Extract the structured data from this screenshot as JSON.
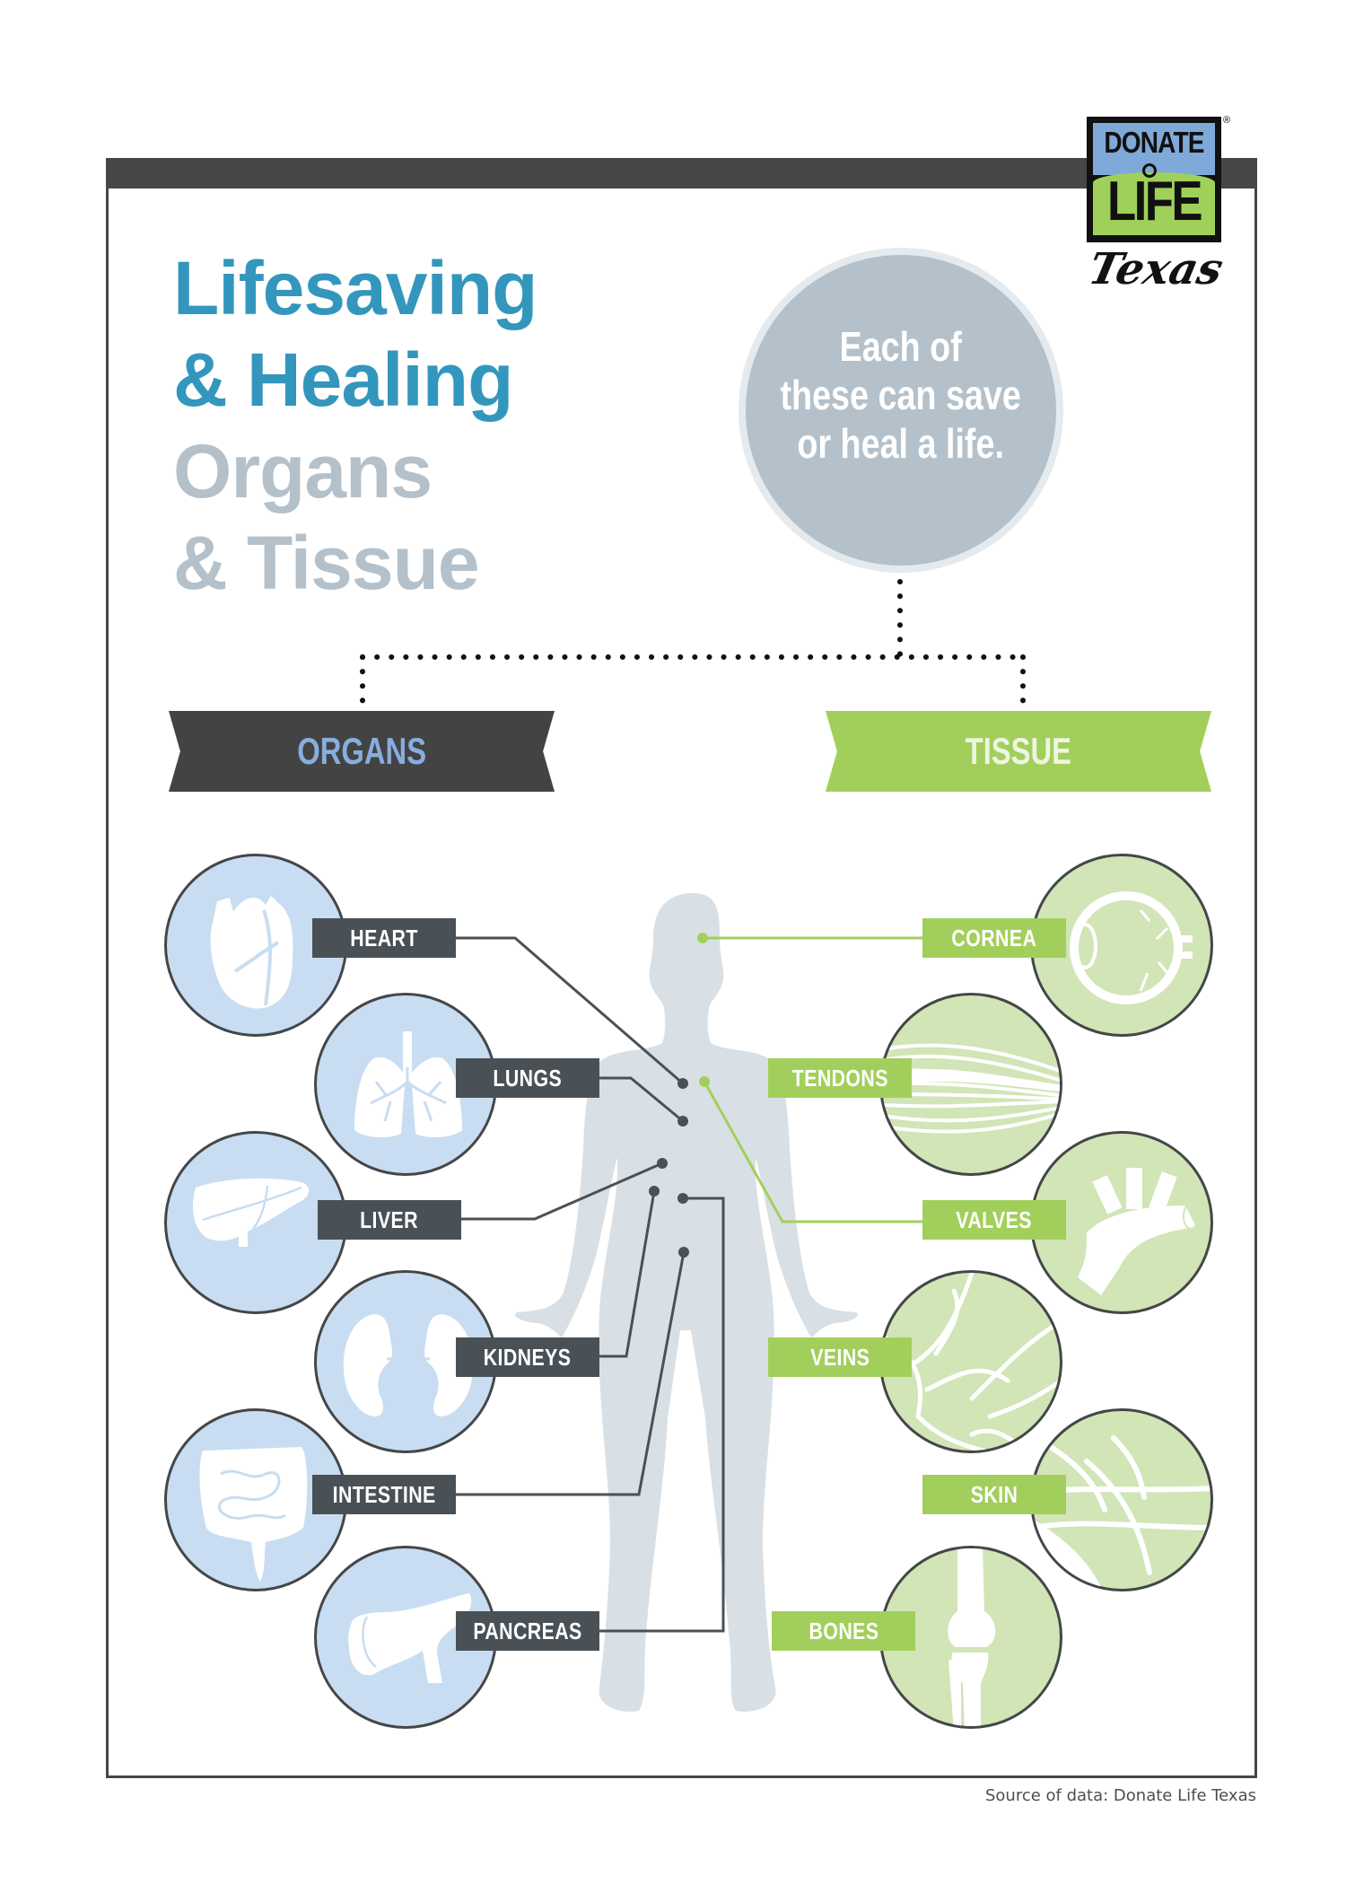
{
  "brand": {
    "logo_top": "DONATE",
    "logo_bottom": "LIFE",
    "logo_script": "Texas",
    "registered_mark": "®",
    "colors": {
      "sky": "#7fa9d9",
      "grass": "#9fd05a",
      "ink": "#111111"
    }
  },
  "title": {
    "line1": "Lifesaving",
    "line2": "& Healing",
    "line3": "Organs",
    "line4": "& Tissue",
    "accent_color": "#3396bd",
    "muted_color": "#b4c1ca"
  },
  "callout": {
    "line1": "Each of",
    "line2": "these can save",
    "line3": "or heal a life."
  },
  "categories": {
    "organs": {
      "label": "ORGANS",
      "color": "#434343",
      "text_color": "#87aee0"
    },
    "tissue": {
      "label": "TISSUE",
      "color": "#a2cf5c",
      "text_color": "#eef5e2"
    }
  },
  "organs": [
    {
      "label": "HEART",
      "icon": "heart-icon"
    },
    {
      "label": "LUNGS",
      "icon": "lungs-icon"
    },
    {
      "label": "LIVER",
      "icon": "liver-icon"
    },
    {
      "label": "KIDNEYS",
      "icon": "kidneys-icon"
    },
    {
      "label": "INTESTINE",
      "icon": "intestine-icon"
    },
    {
      "label": "PANCREAS",
      "icon": "pancreas-icon"
    }
  ],
  "tissues": [
    {
      "label": "CORNEA",
      "icon": "eye-icon"
    },
    {
      "label": "TENDONS",
      "icon": "tendons-icon"
    },
    {
      "label": "VALVES",
      "icon": "heart-valves-icon"
    },
    {
      "label": "VEINS",
      "icon": "veins-icon"
    },
    {
      "label": "SKIN",
      "icon": "skin-icon"
    },
    {
      "label": "BONES",
      "icon": "bones-icon"
    }
  ],
  "footer": {
    "source": "Source of data: Donate Life Texas"
  }
}
